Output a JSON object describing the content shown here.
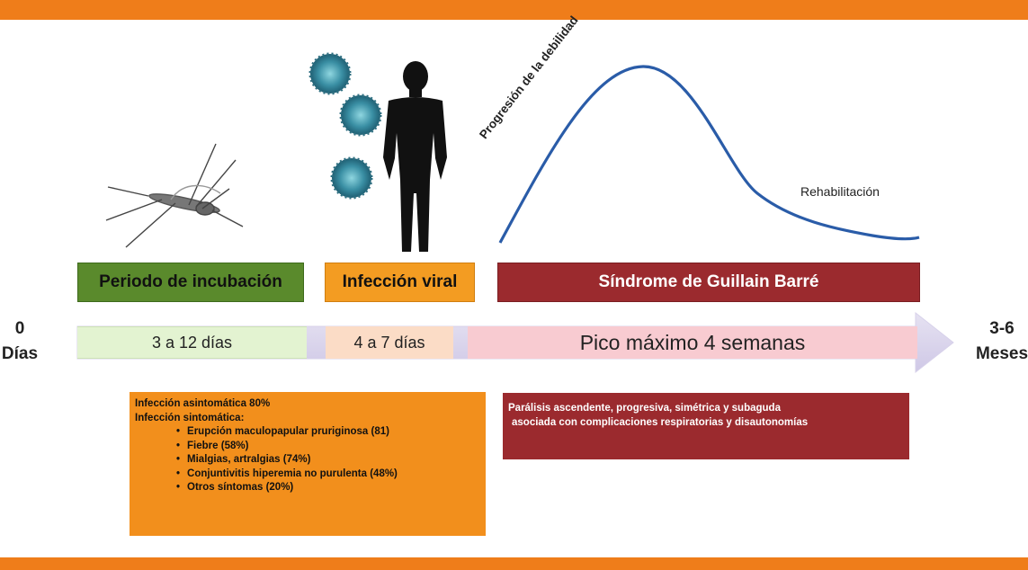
{
  "colors": {
    "accent_orange": "#ef7d1a",
    "incubation_green": "#5a8a2c",
    "viral_orange": "#f39c22",
    "gbs_red": "#9b2a2e",
    "curve_blue": "#2a5ca8"
  },
  "timeline": {
    "start_label_line1": "0",
    "start_label_line2": "Días",
    "end_label_line1": "3-6",
    "end_label_line2": "Meses"
  },
  "phases": {
    "incubation": "Periodo de incubación",
    "viral": "Infección viral",
    "gbs": "Síndrome de Guillain Barré"
  },
  "segments": {
    "incubation": "3 a 12 días",
    "viral": "4 a 7 días",
    "gbs": "Pico máximo 4 semanas"
  },
  "curve": {
    "progression_label": "Progresión de la debilidad",
    "rehab_label": "Rehabilitación"
  },
  "symptoms_box": {
    "line1": "Infección asintomática 80%",
    "line2": "Infección sintomática:",
    "items": [
      "Erupción maculopapular pruriginosa   (81)",
      "Fiebre (58%)",
      "Mialgias, artralgias (74%)",
      "Conjuntivitis hiperemia no purulenta (48%)",
      "Otros síntomas (20%)"
    ]
  },
  "gbs_box": {
    "line1": "Parálisis ascendente, progresiva, simétrica y subaguda",
    "line2": "asociada  con complicaciones respiratorias y disautonomías"
  },
  "icons": [
    "mosquito-icon",
    "virus-icon",
    "human-silhouette-icon"
  ]
}
